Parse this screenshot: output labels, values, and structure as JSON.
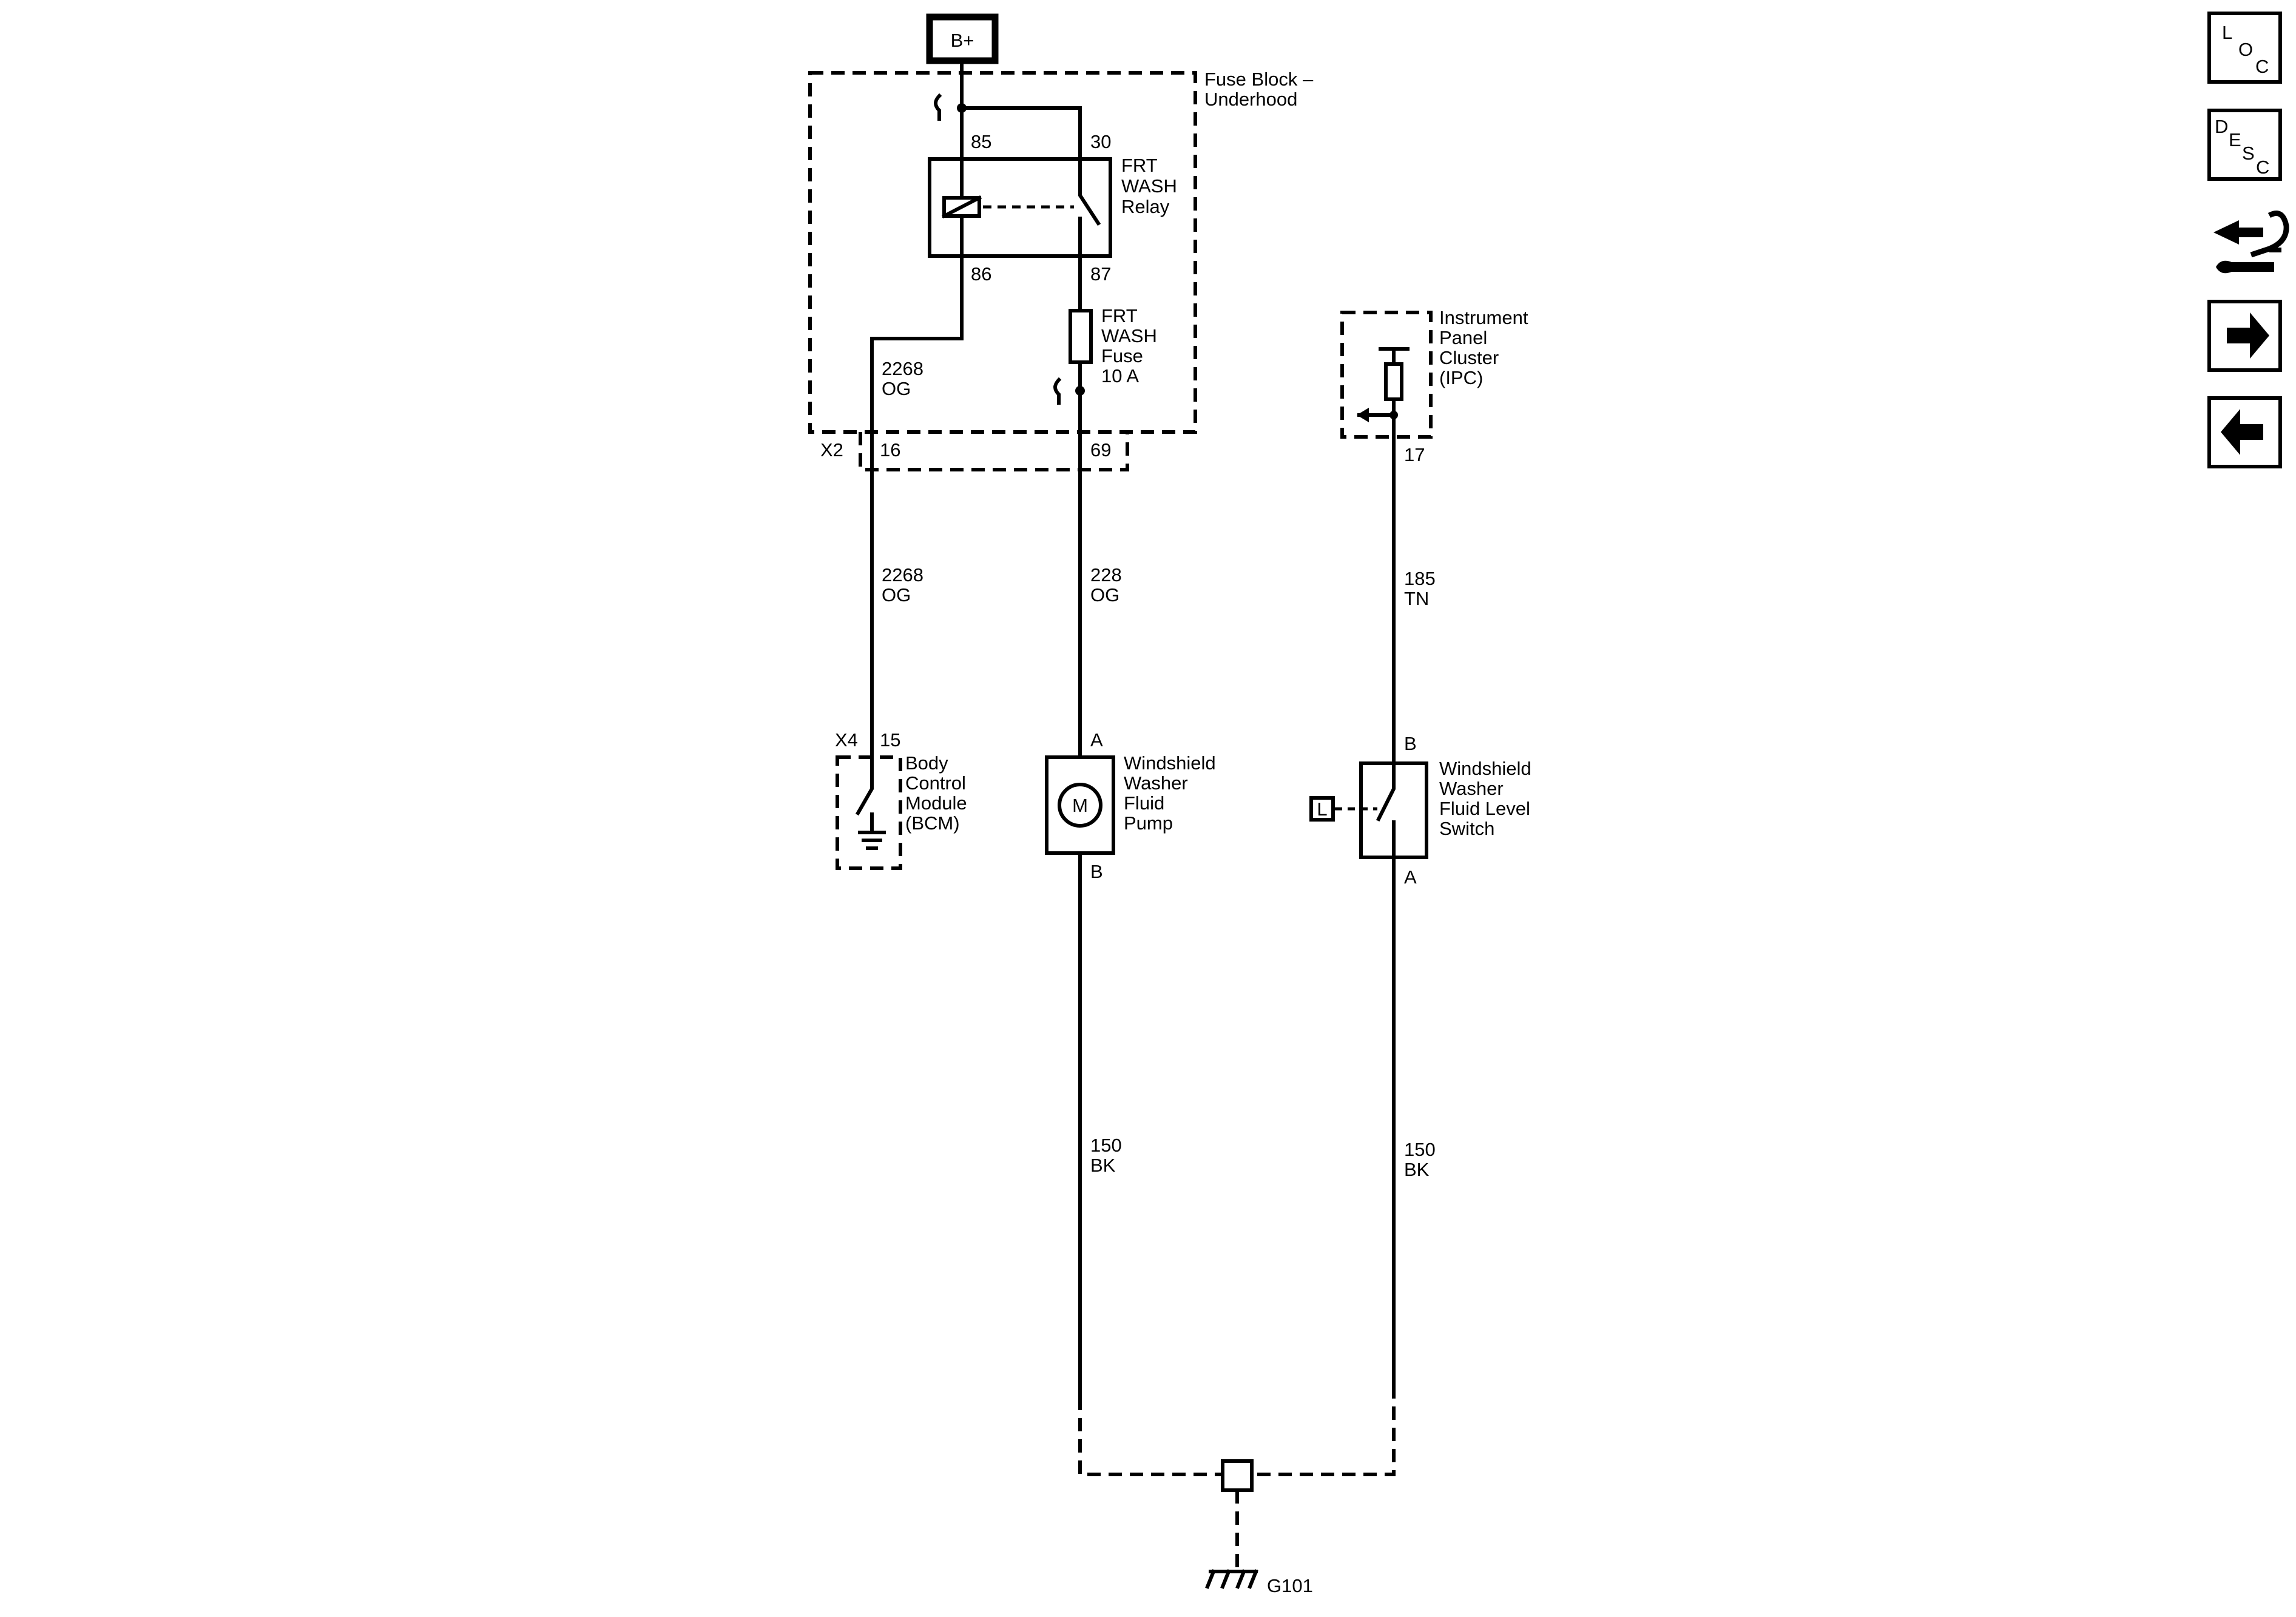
{
  "power": {
    "label": "B+"
  },
  "fuse_block": {
    "title_1": "Fuse Block –",
    "title_2": "Underhood"
  },
  "relay": {
    "pin_85": "85",
    "pin_30": "30",
    "pin_86": "86",
    "pin_87": "87",
    "name_1": "FRT",
    "name_2": "WASH",
    "name_3": "Relay"
  },
  "fuse": {
    "name_1": "FRT",
    "name_2": "WASH",
    "name_3": "Fuse",
    "rating": "10 A"
  },
  "connector_x2": {
    "label": "X2",
    "pin_16": "16",
    "pin_69": "69"
  },
  "circuits": {
    "og2268_inner": {
      "number": "2268",
      "color": "OG"
    },
    "og2268": {
      "number": "2268",
      "color": "OG"
    },
    "og228": {
      "number": "228",
      "color": "OG"
    },
    "tn185": {
      "number": "185",
      "color": "TN"
    },
    "bk150_pump": {
      "number": "150",
      "color": "BK"
    },
    "bk150_switch": {
      "number": "150",
      "color": "BK"
    }
  },
  "bcm": {
    "connector": "X4",
    "pin": "15",
    "name_1": "Body",
    "name_2": "Control",
    "name_3": "Module",
    "name_4": "(BCM)"
  },
  "pump": {
    "pin_a": "A",
    "pin_b": "B",
    "motor": "M",
    "name_1": "Windshield",
    "name_2": "Washer",
    "name_3": "Fluid",
    "name_4": "Pump"
  },
  "ipc": {
    "name_1": "Instrument",
    "name_2": "Panel",
    "name_3": "Cluster",
    "name_4": "(IPC)",
    "pin": "17"
  },
  "level_switch": {
    "pin_b": "B",
    "pin_a": "A",
    "lamp": "L",
    "name_1": "Windshield",
    "name_2": "Washer",
    "name_3": "Fluid Level",
    "name_4": "Switch"
  },
  "ground": {
    "label": "G101"
  },
  "nav": {
    "loc": {
      "l1": "L",
      "l2": "O",
      "l3": "C"
    },
    "desc": {
      "l1": "D",
      "l2": "E",
      "l3": "S",
      "l4": "C"
    },
    "icons": [
      "connector-tool-icon",
      "next-arrow-icon",
      "back-arrow-icon"
    ]
  }
}
